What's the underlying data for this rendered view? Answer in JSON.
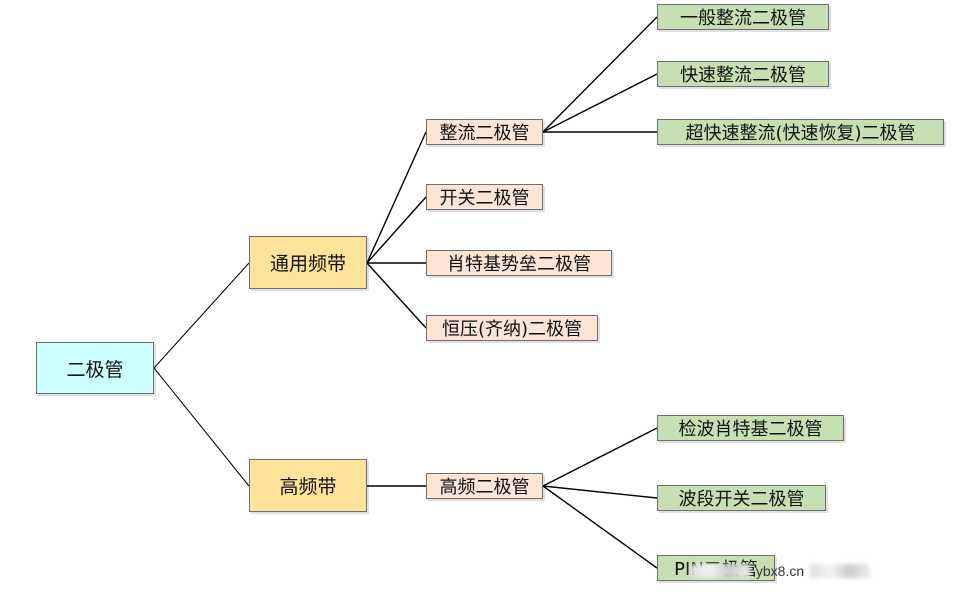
{
  "diagram": {
    "root": {
      "label": "二极管"
    },
    "general": {
      "label": "通用频带",
      "rectifier": {
        "label": "整流二极管",
        "general": "一般整流二极管",
        "fast": "快速整流二极管",
        "ultrafast": "超快速整流(快速恢复)二极管"
      },
      "switching": "开关二极管",
      "schottky": "肖特基势垒二极管",
      "zener": "恒压(齐纳)二极管"
    },
    "high": {
      "label": "高频带",
      "hf_diode": {
        "label": "高频二极管",
        "detector": "检波肖特基二极管",
        "band_switch": "波段开关二极管",
        "pin": "PIN二极管"
      }
    }
  },
  "watermark": {
    "text": "ybx8.cn"
  }
}
